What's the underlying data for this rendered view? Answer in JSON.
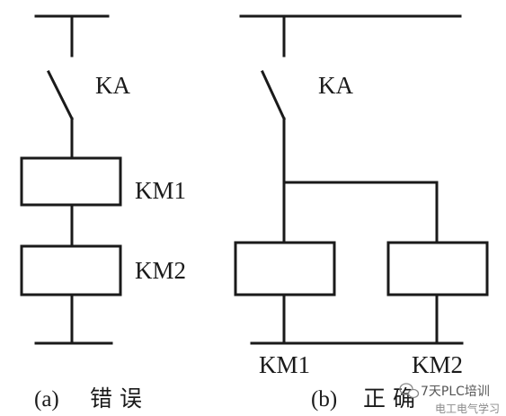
{
  "diagram_a": {
    "switch_label": "KA",
    "coil1_label": "KM1",
    "coil2_label": "KM2",
    "caption_prefix": "(a)",
    "caption_text": "错 误"
  },
  "diagram_b": {
    "switch_label": "KA",
    "coil1_label": "KM1",
    "coil2_label": "KM2",
    "caption_prefix": "(b)",
    "caption_text": "正 确"
  },
  "watermark": {
    "name": "7天PLC培训",
    "subtitle": "电工电气学习"
  },
  "colors": {
    "line": "#1a1a1a",
    "background": "#ffffff",
    "watermark": "#555555"
  }
}
